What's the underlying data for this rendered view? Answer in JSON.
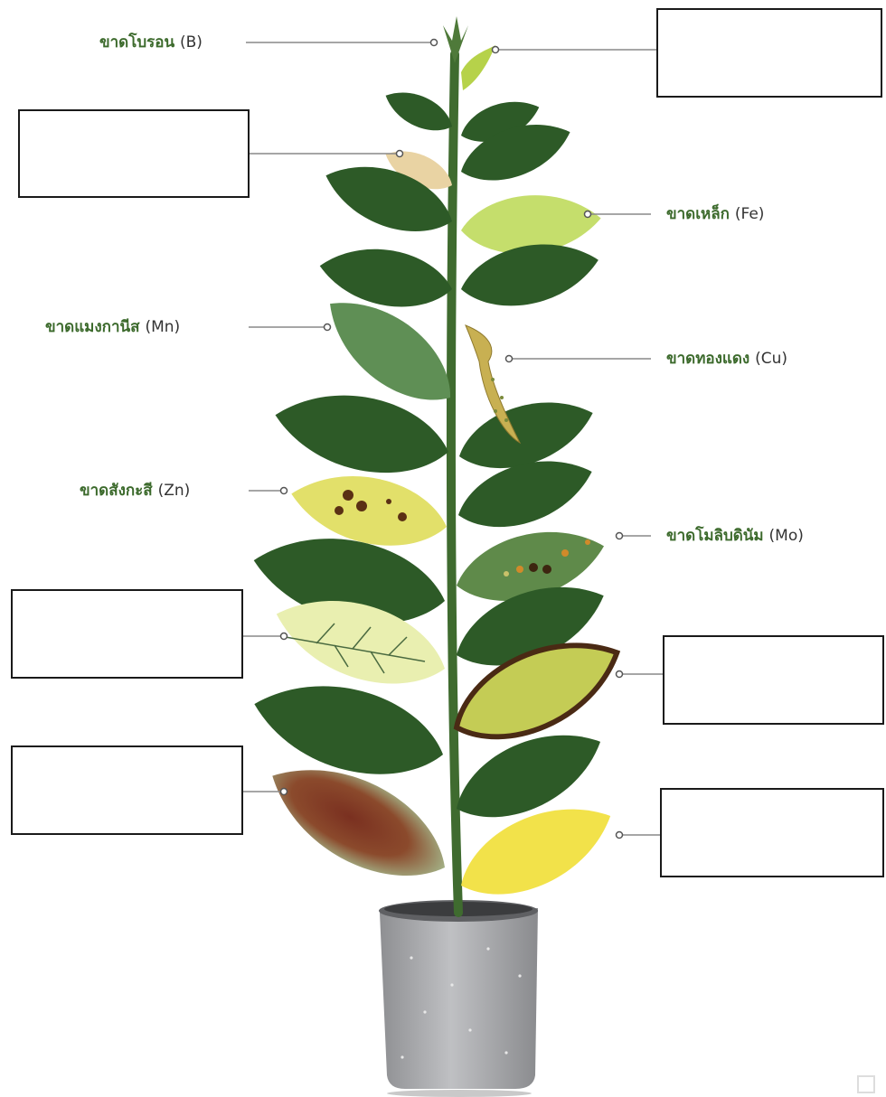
{
  "labels": {
    "boron": {
      "name": "ขาดโบรอน",
      "symbol": "(B)"
    },
    "iron": {
      "name": "ขาดเหล็ก",
      "symbol": "(Fe)"
    },
    "manganese": {
      "name": "ขาดแมงกานีส",
      "symbol": "(Mn)"
    },
    "copper": {
      "name": "ขาดทองแดง",
      "symbol": "(Cu)"
    },
    "zinc": {
      "name": "ขาดสังกะสี",
      "symbol": "(Zn)"
    },
    "molybdenum": {
      "name": "ขาดโมลิบดินัม",
      "symbol": "(Mo)"
    }
  },
  "blank_boxes_count": 7,
  "colors": {
    "label_text": "#3c6a2c",
    "symbol_text": "#333333",
    "leaf_dark": "#2d5a27",
    "stem": "#3f6b2f",
    "pot": "#a9aaad",
    "leader_line": "#888888",
    "box_border": "#1a1a1a"
  }
}
